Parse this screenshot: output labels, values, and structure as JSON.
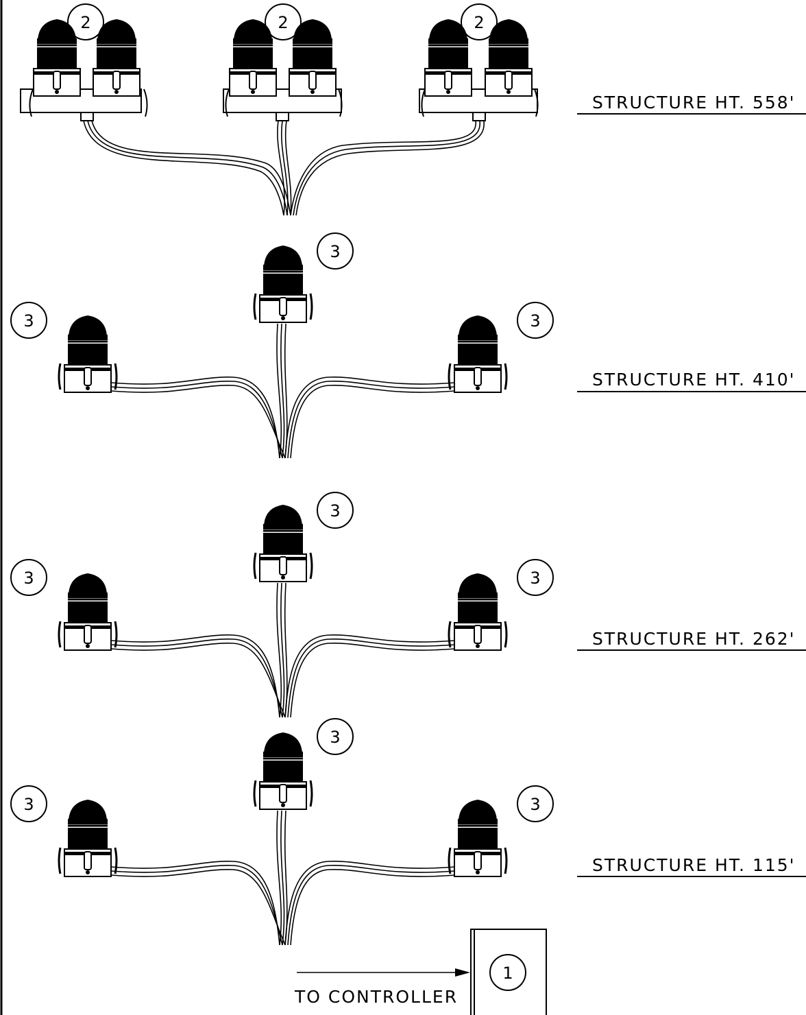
{
  "tiers": [
    {
      "label": "STRUCTURE HT. 558'",
      "callouts": [
        "2",
        "2",
        "2"
      ]
    },
    {
      "label": "STRUCTURE HT. 410'",
      "callouts": [
        "3",
        "3",
        "3"
      ]
    },
    {
      "label": "STRUCTURE HT. 262'",
      "callouts": [
        "3",
        "3",
        "3"
      ]
    },
    {
      "label": "STRUCTURE HT. 115'",
      "callouts": [
        "3",
        "3",
        "3"
      ]
    }
  ],
  "controller": {
    "callout": "1",
    "arrow_label": "TO CONTROLLER"
  },
  "icons": {
    "fixture": "obstruction-light-icon"
  },
  "colors": {
    "ink": "#000000",
    "background": "#ffffff"
  }
}
